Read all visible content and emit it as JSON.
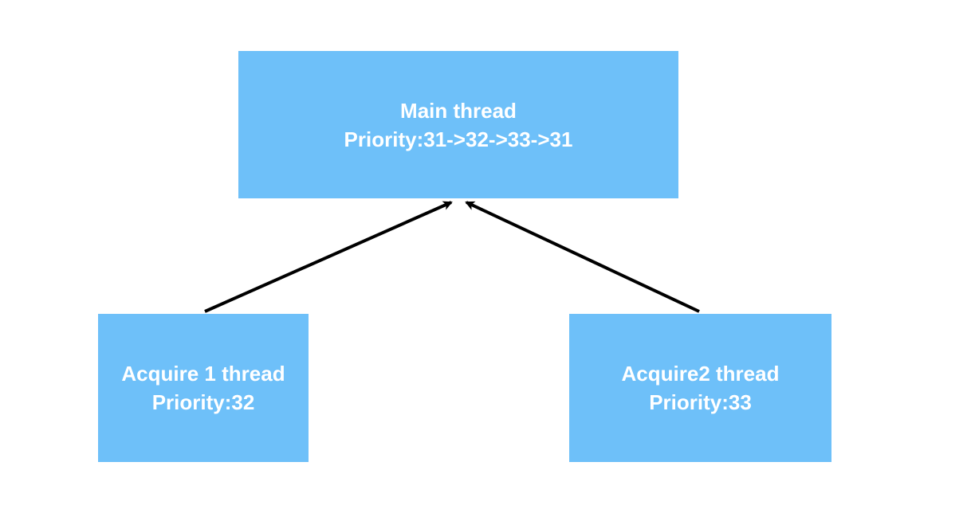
{
  "colors": {
    "node_fill": "#6ec0f9",
    "node_text": "#ffffff",
    "edge": "#000000"
  },
  "nodes": {
    "main": {
      "line1": "Main thread",
      "line2": "Priority:31->32->33->31"
    },
    "acquire1": {
      "line1": "Acquire 1 thread",
      "line2": "Priority:32"
    },
    "acquire2": {
      "line1": "Acquire2 thread",
      "line2": "Priority:33"
    }
  },
  "edges": [
    {
      "from": "acquire1",
      "to": "main"
    },
    {
      "from": "acquire2",
      "to": "main"
    }
  ]
}
